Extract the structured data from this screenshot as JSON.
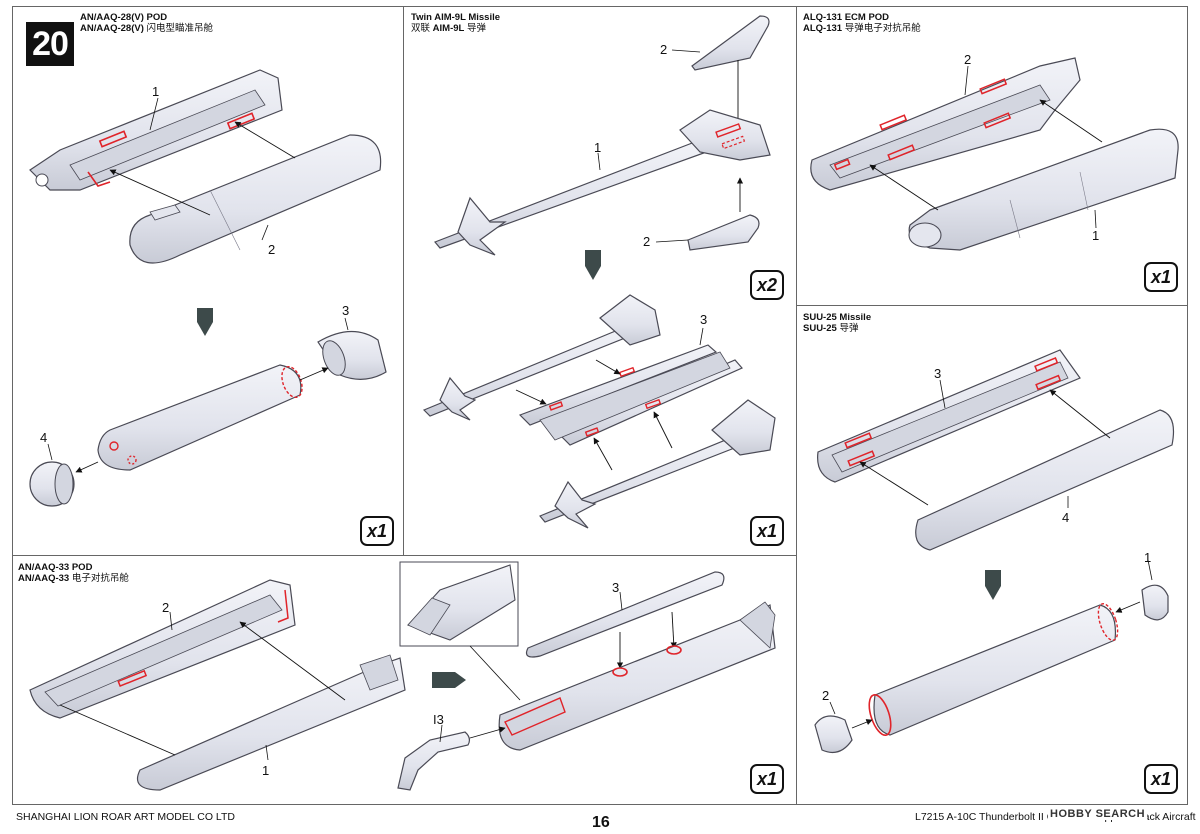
{
  "step_number": "20",
  "panels": {
    "aaq28": {
      "title_en": "AN/AAQ-28(V) POD",
      "title_cn_en": "AN/AAQ-28(V)",
      "title_cn": "闪电型瞄准吊舱",
      "multiplier": "x1",
      "callouts": [
        "1",
        "2",
        "3",
        "4"
      ]
    },
    "aim9l": {
      "title_en": "Twin AIM-9L Missile",
      "title_cn_pre": "双联",
      "title_cn_en": "AIM-9L",
      "title_cn": "导弹",
      "multiplier_top": "x2",
      "multiplier": "x1",
      "callouts": [
        "1",
        "2",
        "2",
        "3"
      ]
    },
    "alq131": {
      "title_en": "ALQ-131 ECM POD",
      "title_cn_en": "ALQ-131",
      "title_cn": "导弹电子对抗吊舱",
      "multiplier": "x1",
      "callouts": [
        "1",
        "2"
      ]
    },
    "suu25": {
      "title_en": "SUU-25 Missile",
      "title_cn_en": "SUU-25",
      "title_cn": "导弹",
      "multiplier": "x1",
      "callouts": [
        "1",
        "2",
        "3",
        "4"
      ]
    },
    "aaq33": {
      "title_en": "AN/AAQ-33 POD",
      "title_cn_en": "AN/AAQ-33",
      "title_cn": "电子对抗吊舱",
      "multiplier": "x1",
      "callouts": [
        "1",
        "2",
        "3",
        "I3"
      ]
    }
  },
  "footer": {
    "company": "SHANGHAI LION ROAR ART MODEL CO LTD",
    "page": "16",
    "kit": "L7215 A-10C Thunderbolt II Close Air Support Attack Aircraft",
    "watermark": "HOBBY SEARCH"
  },
  "colors": {
    "part_fill": "#e4e6ee",
    "part_stroke": "#4a4a55",
    "glue_mark": "#e0242a",
    "arrow_fill": "#3d4a4a"
  }
}
